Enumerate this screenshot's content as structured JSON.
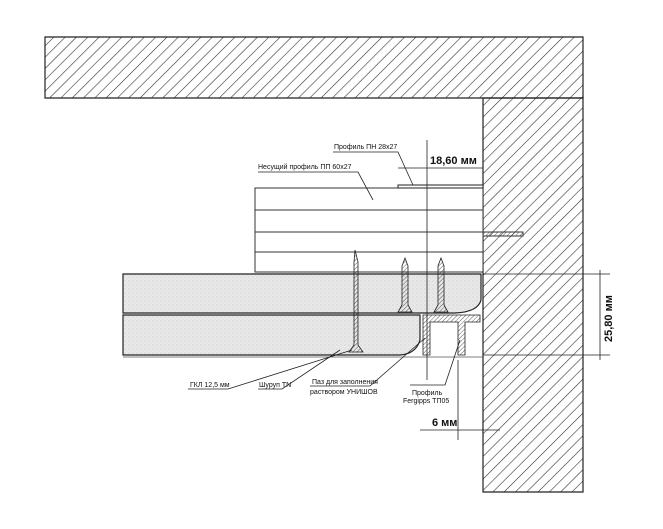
{
  "labels": {
    "profile_pn": "Профиль ПН 28x27",
    "profile_pp": "Несущий профиль ПП 60x27",
    "gkl": "ГКЛ 12,5 мм",
    "screw": "Шуруп TN",
    "groove_line1": "Паз для заполнения",
    "groove_line2": "раствором УНИШОВ",
    "fergipps_line1": "Профиль",
    "fergipps_line2": "Fergipps ТП05"
  },
  "dimensions": {
    "gap_top": "18,60 мм",
    "thickness": "25,80 мм",
    "gap_bottom": "6 мм"
  },
  "colors": {
    "line": "#222222",
    "board_fill": "#e6e6e6"
  }
}
